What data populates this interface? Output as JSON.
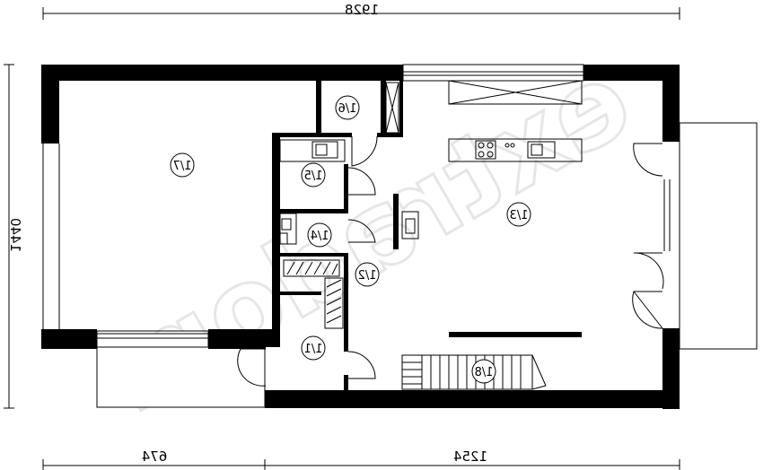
{
  "drawing": {
    "mirrored": true,
    "watermark": "extradom",
    "dimensions": {
      "top_total": "1928",
      "left_height": "1440",
      "bottom_left": "674",
      "bottom_right": "1254"
    },
    "rooms": [
      {
        "id": "1/1",
        "label": "1/1"
      },
      {
        "id": "1/2",
        "label": "1/2"
      },
      {
        "id": "1/3",
        "label": "1/3"
      },
      {
        "id": "1/4",
        "label": "1/4"
      },
      {
        "id": "1/5",
        "label": "1/5"
      },
      {
        "id": "1/6",
        "label": "1/6"
      },
      {
        "id": "1/7",
        "label": "1/7"
      },
      {
        "id": "1/8",
        "label": "1/8"
      }
    ]
  }
}
